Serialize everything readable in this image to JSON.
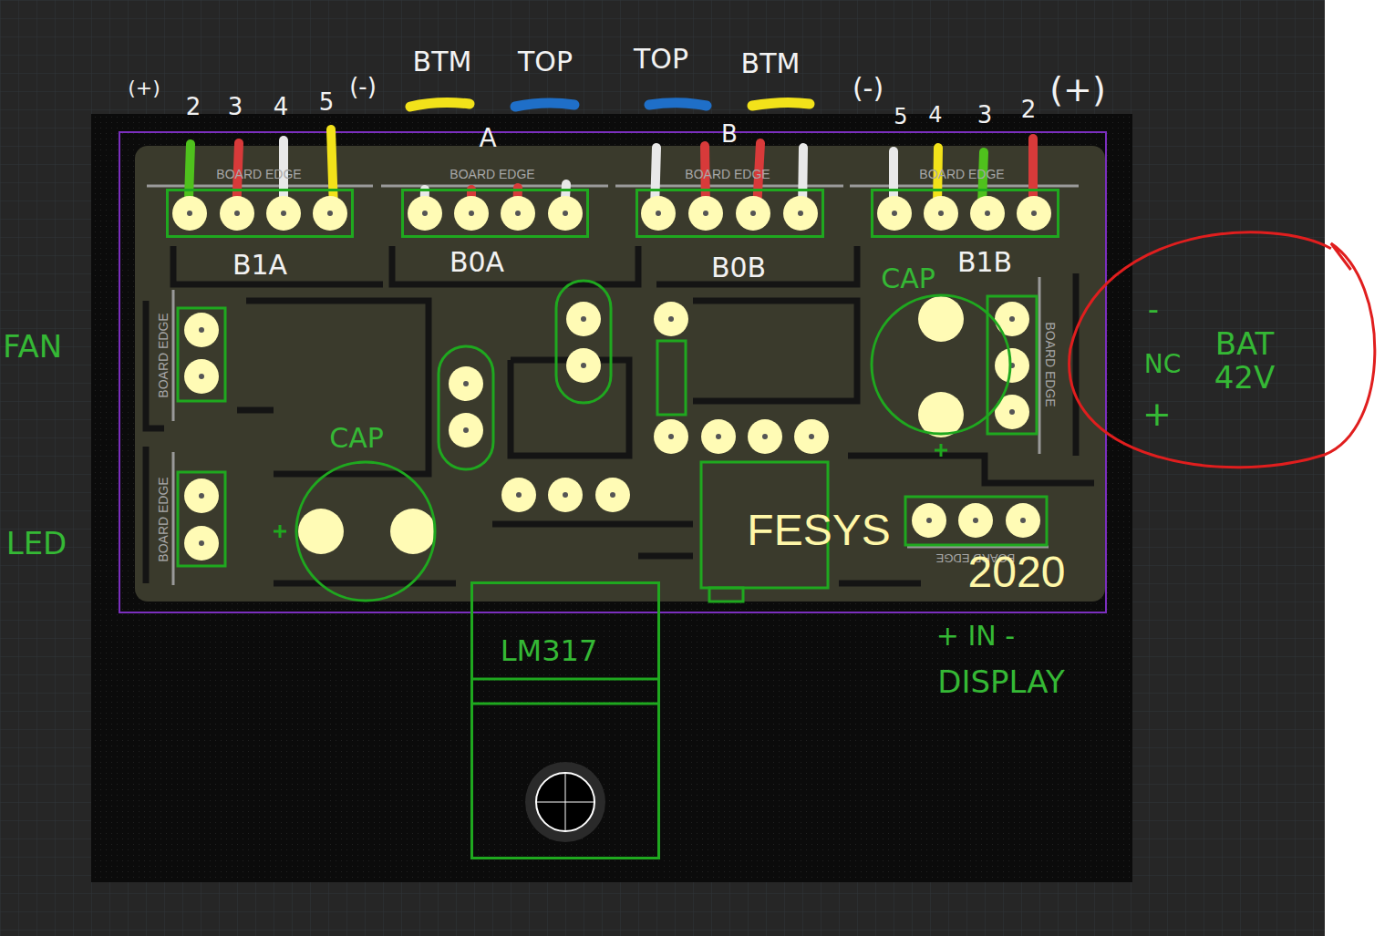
{
  "diagram": {
    "nodes": [
      {
        "text": [
          "B1A"
        ]
      },
      {
        "text": [
          "B0A"
        ]
      },
      {
        "text": [
          "B0B"
        ]
      },
      {
        "text": [
          "B1B"
        ]
      },
      {
        "text": [
          "CAP"
        ]
      },
      {
        "text": [
          "CAP"
        ]
      },
      {
        "text": [
          "LM317"
        ]
      },
      {
        "text": [
          "-",
          "NC",
          "+",
          "BAT 42V"
        ]
      }
    ],
    "labels": [
      "(+)",
      "2",
      "3",
      "4",
      "5",
      "(-)",
      "BTM",
      "TOP",
      "TOP",
      "BTM",
      "(-)",
      "5",
      "4",
      "3",
      "2",
      "(+)",
      "A",
      "B",
      "BOARD EDGE",
      "BOARD EDGE",
      "BOARD EDGE",
      "BOARD EDGE",
      "BOARD EDGE",
      "BOARD EDGE",
      "BOARD EDGE",
      "BOARD EDGE",
      "FAN",
      "LED",
      "FESYS",
      "2020",
      "+ IN -",
      "DISPLAY"
    ]
  }
}
